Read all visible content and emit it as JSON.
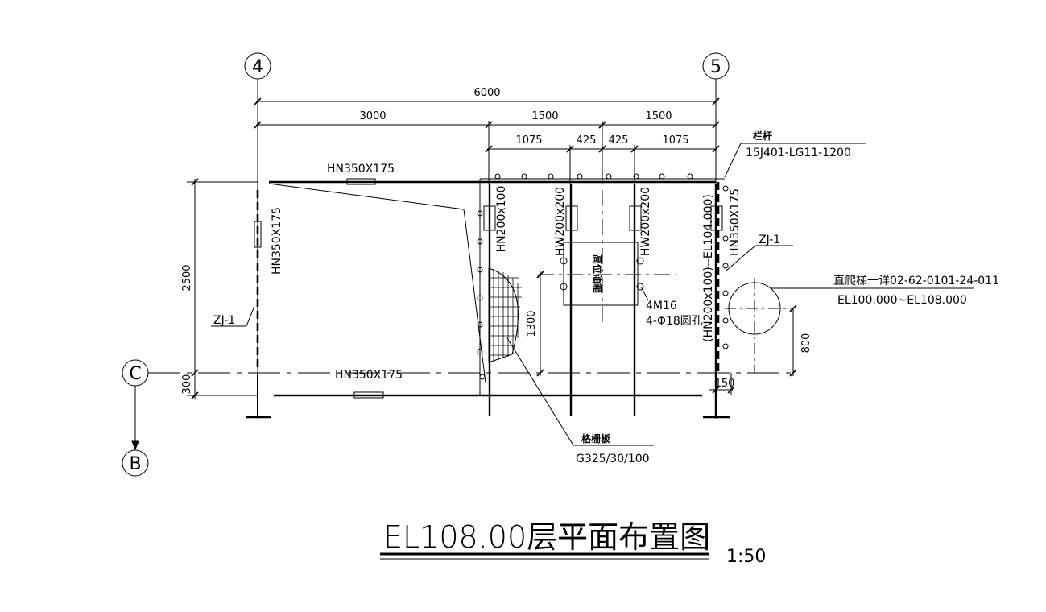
{
  "grid": {
    "axis_4": "4",
    "axis_5": "5",
    "axis_C": "C",
    "axis_B": "B"
  },
  "dims": {
    "overall": "6000",
    "left_span": "3000",
    "mid_span": "1500",
    "right_span": "1500",
    "sub_1": "1075",
    "sub_2": "425",
    "sub_3": "425",
    "sub_4": "1075",
    "vertical_main": "2500",
    "vertical_bottom": "300",
    "inner_height": "1300",
    "ladder_height": "800",
    "ladder_offset": "150"
  },
  "members": {
    "top_beam": "HN350X175",
    "left_col": "HN350X175",
    "bottom_beam": "HN350X175",
    "right_col": "HN350X175",
    "beam_a": "HN200x100",
    "beam_b": "HW200x200",
    "beam_c": "HW200x200",
    "beam_d": "(HN200x100)--EL104.000)"
  },
  "labels": {
    "zj_left": "ZJ-1",
    "zj_right": "ZJ-1",
    "railing_title": "栏杆",
    "railing_ref": "15J401-LG11-1200",
    "ladder_ref": "直爬梯一详02-62-0101-24-011",
    "ladder_el": "EL100.000~EL108.000",
    "bolt_1": "4M16",
    "bolt_2": "4-Φ18圆孔",
    "equipment": "高位油箱",
    "grating_title": "格栅板",
    "grating_ref": "G325/30/100"
  },
  "title": {
    "main": "EL108.00层平面布置图",
    "scale": "1:50"
  }
}
